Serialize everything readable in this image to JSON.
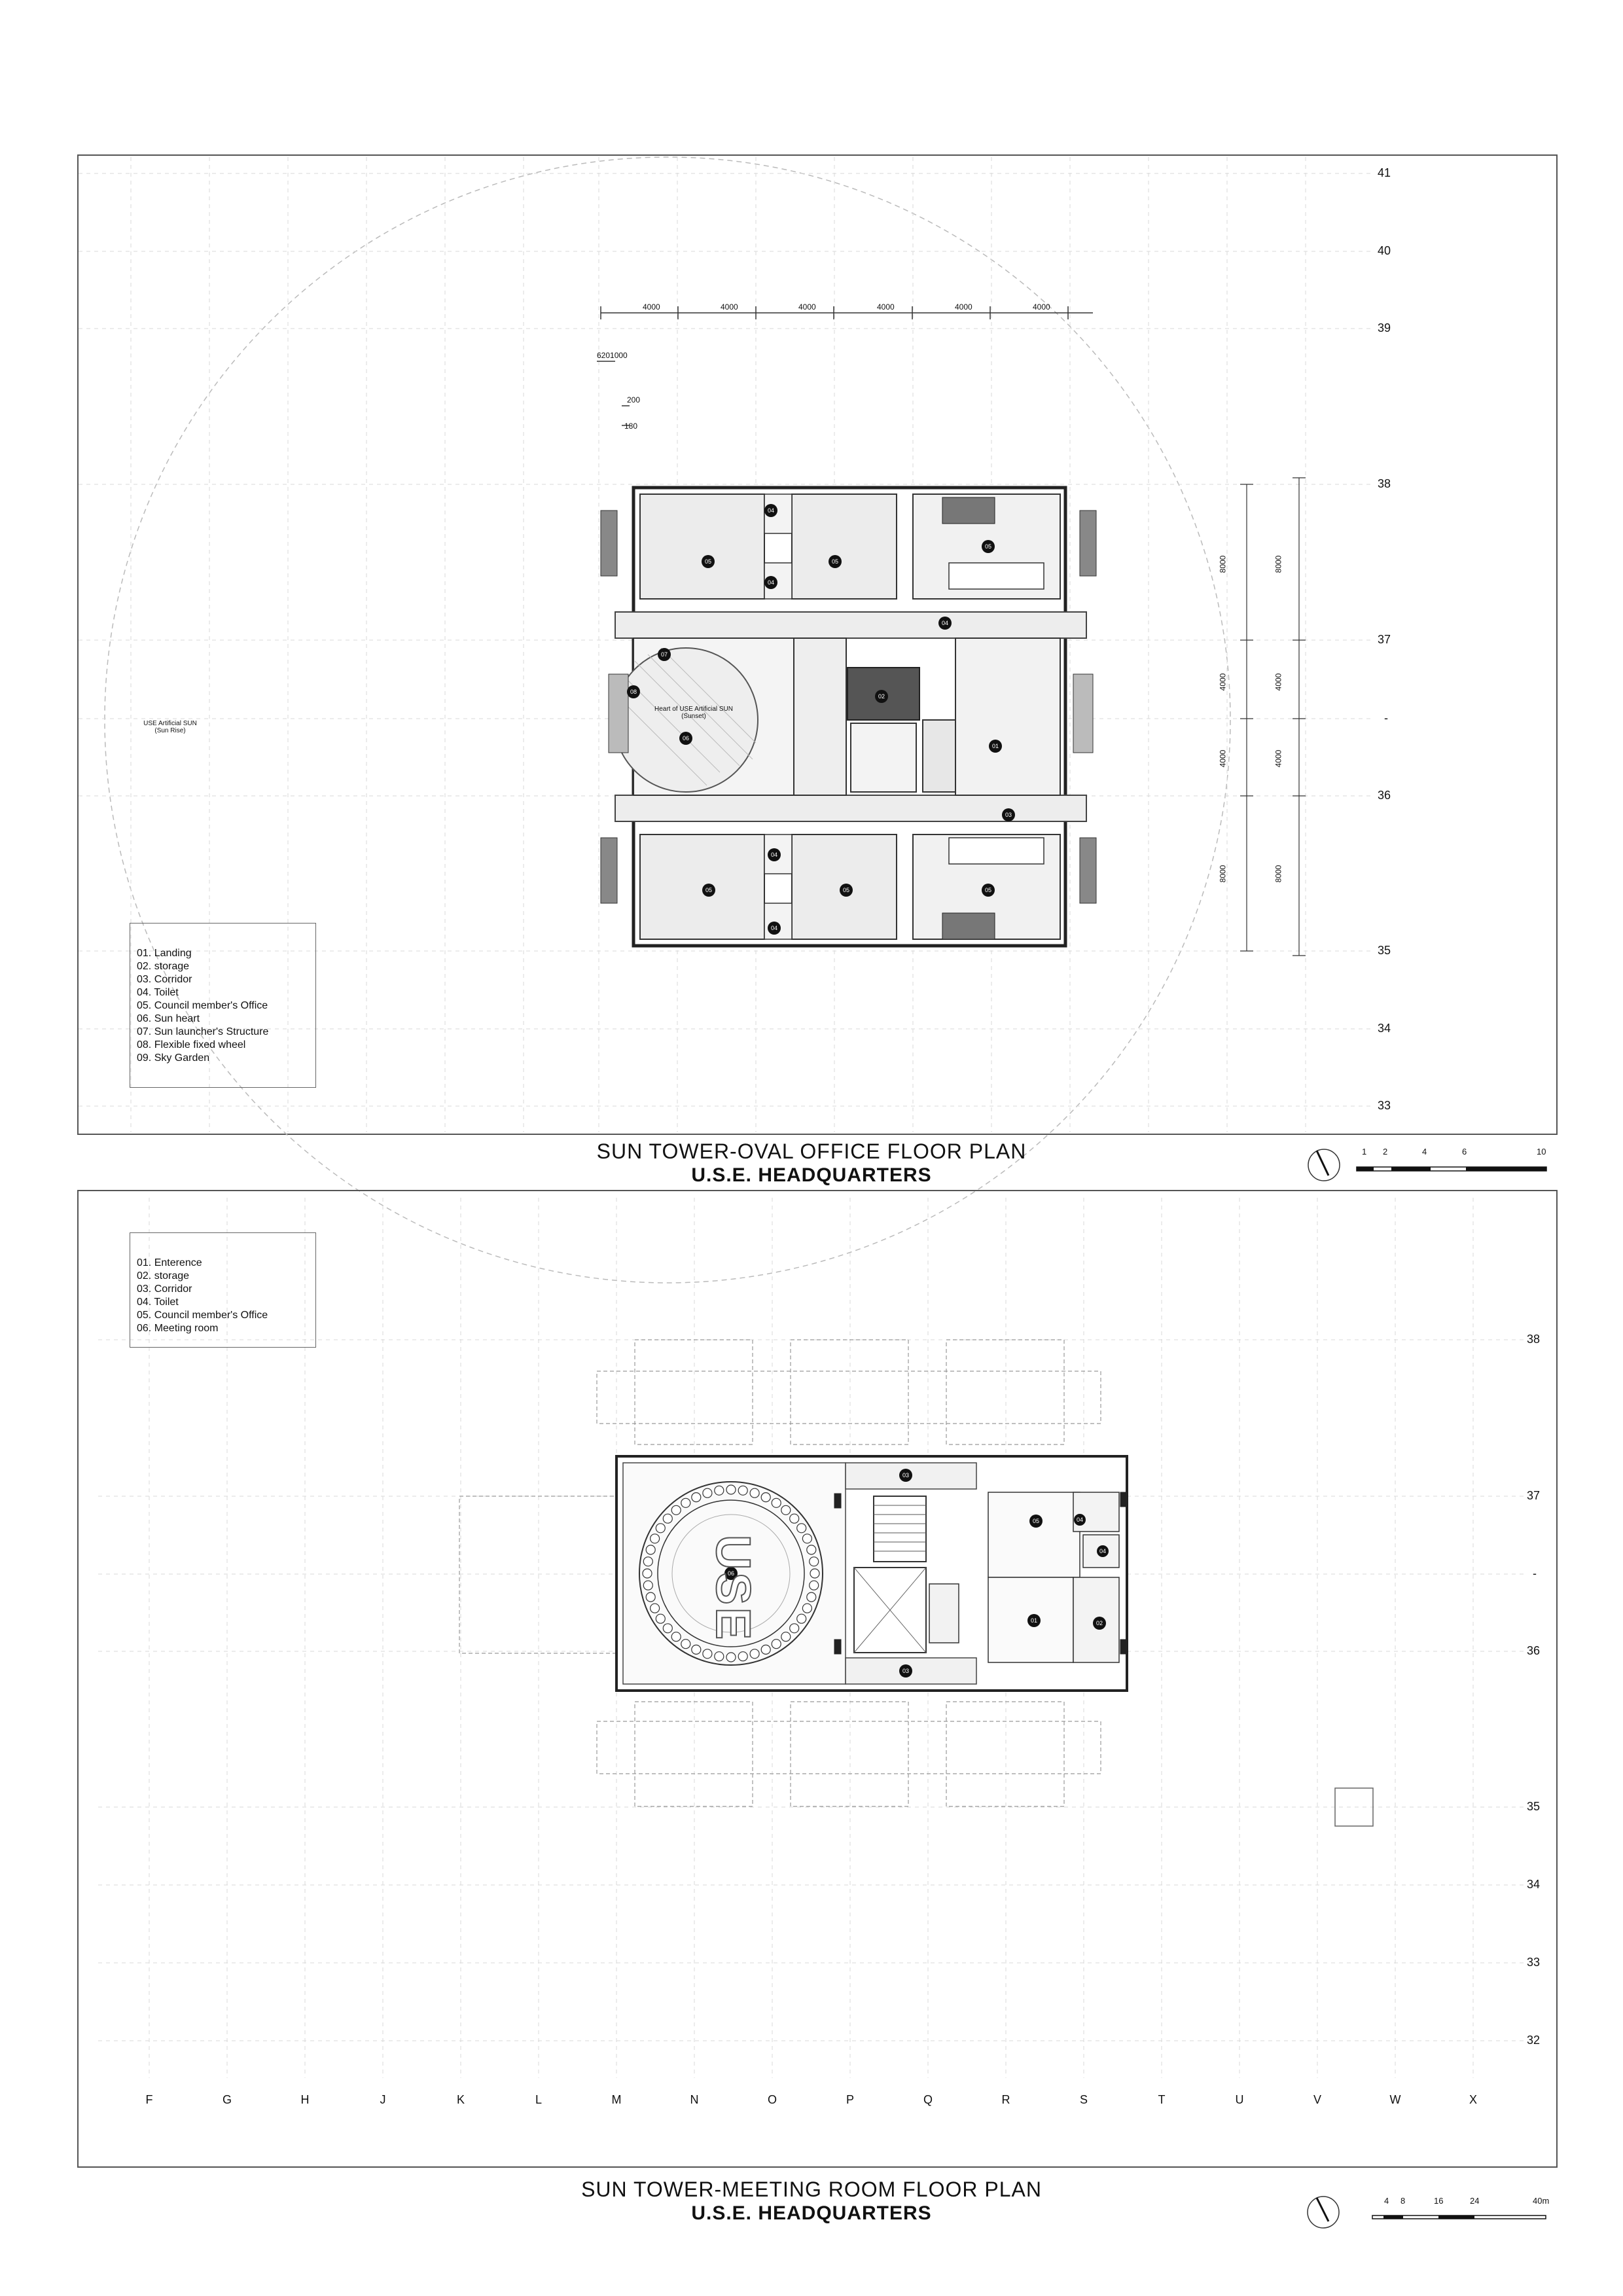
{
  "plans": [
    {
      "title": "SUN TOWER-OVAL OFFICE FLOOR PLAN",
      "subtitle": "U.S.E. HEADQUARTERS",
      "legend": [
        "01. Landing",
        "02. storage",
        "03. Corridor",
        "04. Toilet",
        "05. Council member's Office",
        "06. Sun heart",
        "07. Sun launcher's Structure",
        "08. Flexible fixed wheel",
        "09. Sky Garden"
      ],
      "levels": [
        "41",
        "40",
        "39",
        "38",
        "37",
        "-",
        "36",
        "35",
        "34",
        "33"
      ],
      "dimensions_top": [
        "4000",
        "4000",
        "4000",
        "4000",
        "4000",
        "4000"
      ],
      "dimensions_small": [
        "6201000",
        "200",
        "180"
      ],
      "dimensions_side_left": [
        "8000",
        "4000",
        "4000",
        "8000"
      ],
      "dimensions_side_right": [
        "8000",
        "4000",
        "4000",
        "8000"
      ],
      "notes": {
        "artificial_sun": "USE Artificial SUN",
        "artificial_sun_sub": "(Sun Rise)",
        "heart_label": "Heart of USE Artificial SUN",
        "heart_sub": "(Sunset)"
      },
      "room_tags": [
        "04",
        "05",
        "04",
        "05",
        "05",
        "04",
        "07",
        "08",
        "06",
        "02",
        "01",
        "03",
        "04",
        "05",
        "04",
        "05",
        "05"
      ],
      "scale": [
        "1",
        "2",
        "4",
        "6",
        "10"
      ]
    },
    {
      "title": "SUN TOWER-MEETING ROOM FLOOR PLAN",
      "subtitle": "U.S.E. HEADQUARTERS",
      "legend": [
        "01. Enterence",
        "02. storage",
        "03. Corridor",
        "04. Toilet",
        "05. Council member's Office",
        "06. Meeting room"
      ],
      "levels": [
        "38",
        "37",
        "-",
        "36",
        "35",
        "34",
        "33",
        "32"
      ],
      "columns": [
        "F",
        "G",
        "H",
        "J",
        "K",
        "L",
        "M",
        "N",
        "O",
        "P",
        "Q",
        "R",
        "S",
        "T",
        "U",
        "V",
        "W",
        "X"
      ],
      "floor_logo": "USE",
      "room_tags": [
        "03",
        "06",
        "05",
        "04",
        "04",
        "01",
        "02",
        "03"
      ],
      "scale": [
        "4",
        "8",
        "16",
        "24",
        "40m"
      ]
    }
  ]
}
